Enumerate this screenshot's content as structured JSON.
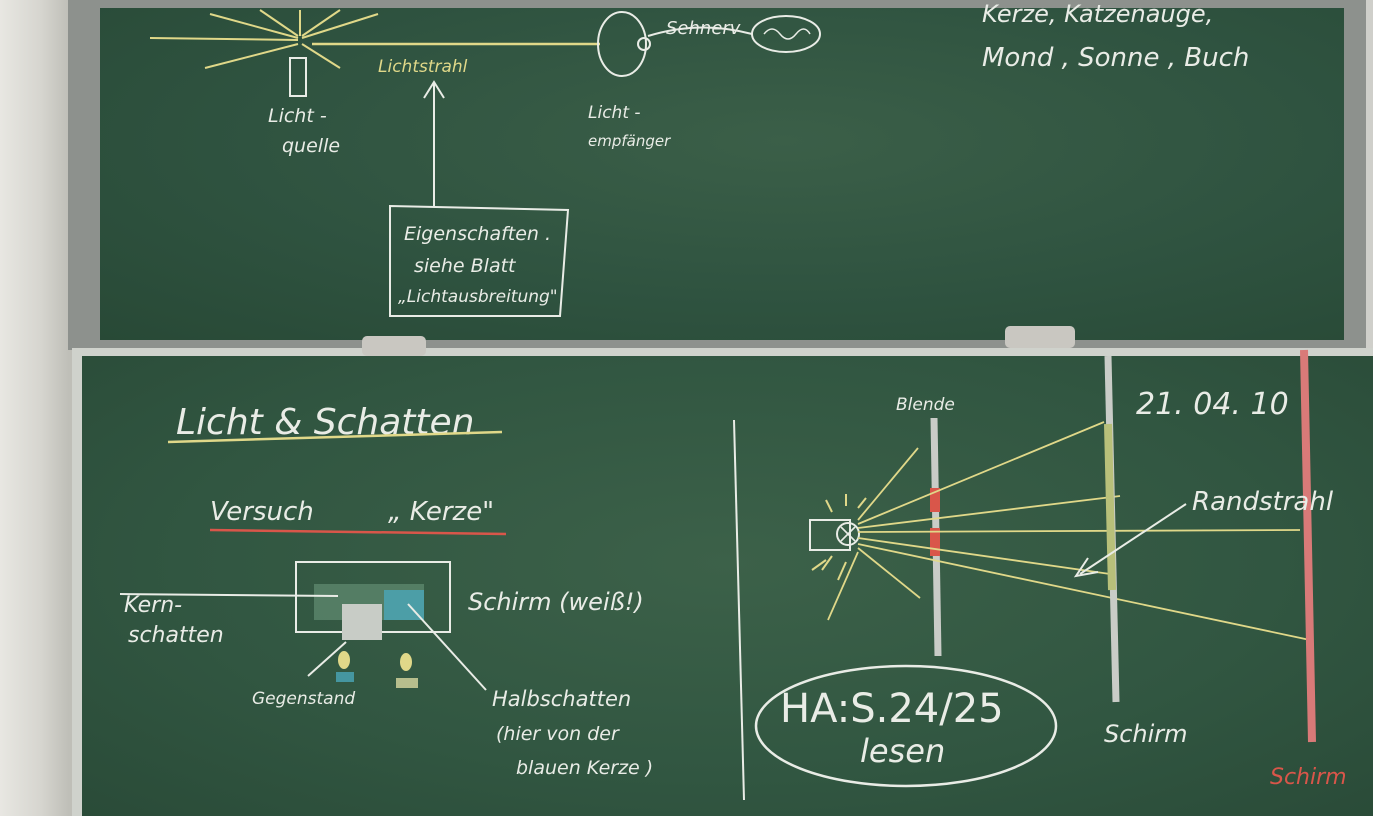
{
  "upper_board": {
    "top_right_line1": "Kerze, Katzenauge,",
    "top_right_line2": "Mond , Sonne , Buch",
    "sehnerv": "Sehnerv",
    "lichtstrahl": "Lichtstrahl",
    "lichtquelle_1": "Licht -",
    "lichtquelle_2": "quelle",
    "lichtempfaenger_1": "Licht -",
    "lichtempfaenger_2": "empfänger",
    "box_line1": "Eigenschaften .",
    "box_line2": "siehe Blatt",
    "box_line3": "„Lichtausbreitung\""
  },
  "lower_board": {
    "title": "Licht & Schatten",
    "versuch": "Versuch",
    "kerze": "„ Kerze\"",
    "kernschatten_1": "Kern-",
    "kernschatten_2": "schatten",
    "schirm_weiss": "Schirm (weiß!)",
    "gegenstand": "Gegenstand",
    "halbschatten_1": "Halbschatten",
    "halbschatten_2": "(hier von der",
    "halbschatten_3": "blauen Kerze )",
    "blende": "Blende",
    "date": "21. 04. 10",
    "randstrahl": "Randstrahl",
    "ha_1": "HA:S.24/25",
    "ha_2": "lesen",
    "schirm": "Schirm",
    "schirm_red": "Schirm"
  },
  "colors": {
    "board": "#2f5340",
    "chalk_white": "#e9ece6",
    "chalk_yellow": "#e0d889",
    "chalk_red": "#d9564a",
    "chalk_pink": "#d97a78"
  }
}
